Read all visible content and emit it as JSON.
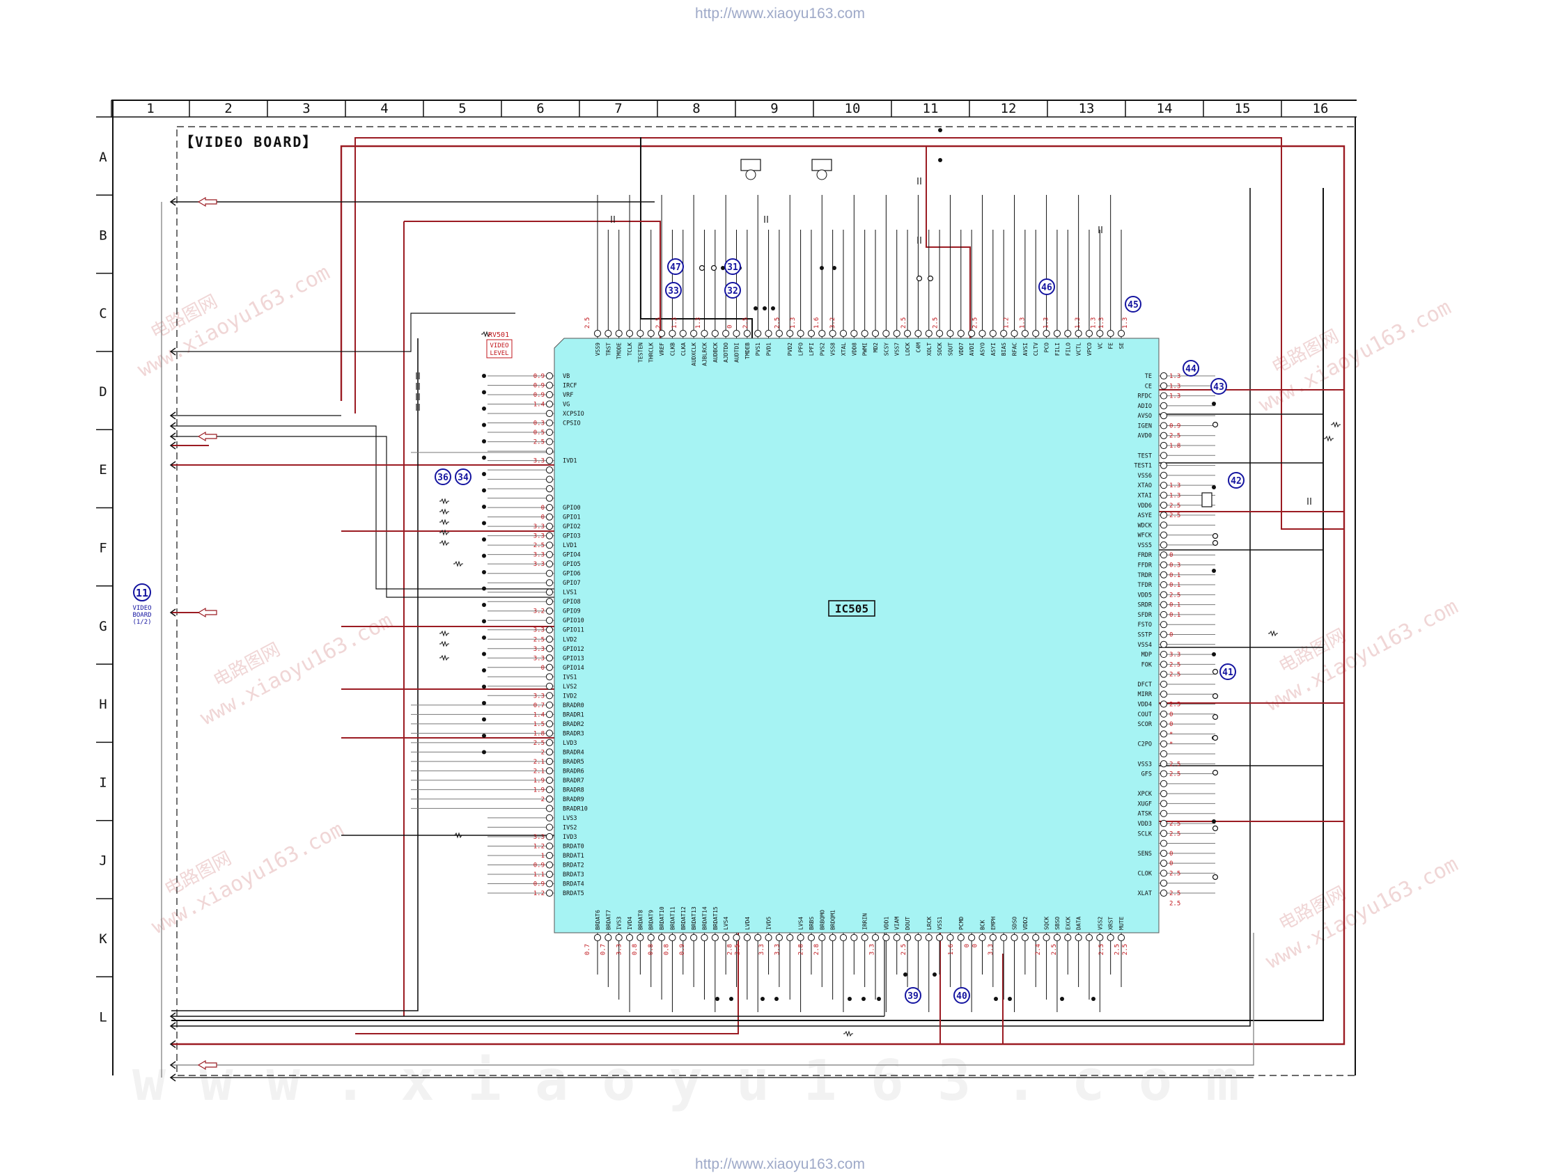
{
  "header": {
    "url_top": "http://www.xiaoyu163.com",
    "url_bottom": "http://www.xiaoyu163.com"
  },
  "board": {
    "title": "【VIDEO BOARD】"
  },
  "chip": {
    "label": "IC505"
  },
  "connector": {
    "number": "11",
    "line1": "VIDEO",
    "line2": "BOARD",
    "line3": "(1/2)"
  },
  "variable_resistor": {
    "ref": "RV501",
    "line1": "VIDEO",
    "line2": "LEVEL"
  },
  "watermarks": {
    "site": "www.xiaoyu163.com",
    "cn": "电路图网",
    "bottom": "w w w . x i a o y u 1 6 3 . c o m"
  },
  "grid": {
    "columns": [
      "1",
      "2",
      "3",
      "4",
      "5",
      "6",
      "7",
      "8",
      "9",
      "10",
      "11",
      "12",
      "13",
      "14",
      "15",
      "16"
    ],
    "rows": [
      "A",
      "B",
      "C",
      "D",
      "E",
      "F",
      "G",
      "H",
      "I",
      "J",
      "K",
      "L"
    ]
  },
  "pins": {
    "top": [
      "VSS9",
      "TRST",
      "TMODE",
      "TCLK",
      "TESTEN",
      "THRCLK",
      "VREF",
      "CLKB",
      "CLKA",
      "AUDXCLK",
      "AJBLRCK",
      "AUDBCK",
      "AJDTDO",
      "AUDTDI",
      "TMDEB",
      "PVS1",
      "PVD1",
      "",
      "PVD2",
      "LPFO",
      "LPFI",
      "PVS2",
      "VSS8",
      "XTAL",
      "VDD8",
      "PWMI",
      "MD2",
      "SCSY",
      "VSS7",
      "LOCK",
      "C4M",
      "XOLT",
      "SOCK",
      "SQUT",
      "VDD7",
      "AVDI",
      "ASYO",
      "ASYI",
      "BIAS",
      "RFAC",
      "AVSI",
      "CLTV",
      "PCO",
      "FILI",
      "FILO",
      "VCTL",
      "VPCO",
      "VC",
      "FE",
      "SE"
    ],
    "left": [
      "VB",
      "IRCF",
      "VRF",
      "VG",
      "XCPSIO",
      "CPSIO",
      "",
      "",
      "",
      "IVD1",
      "",
      "",
      "",
      "",
      "GPIO0",
      "GPIO1",
      "GPIO2",
      "GPIO3",
      "LVD1",
      "GPIO4",
      "GPIO5",
      "GPIO6",
      "GPIO7",
      "LVS1",
      "GPIO8",
      "GPIO9",
      "GPIO10",
      "GPIO11",
      "LVD2",
      "GPIO12",
      "GPIO13",
      "GPIO14",
      "IVS1",
      "LVS2",
      "IVD2",
      "BRADR0",
      "BRADR1",
      "BRADR2",
      "BRADR3",
      "LVD3",
      "BRADR4",
      "BRADR5",
      "BRADR6",
      "BRADR7",
      "BRADR8",
      "BRADR9",
      "BRADR10",
      "LVS3",
      "IVS2",
      "IVD3",
      "BRDAT0",
      "BRDAT1",
      "BRDAT2",
      "BRDAT3",
      "BRDAT4",
      "BRDAT5"
    ],
    "right": [
      "TE",
      "CE",
      "RFDC",
      "ADIO",
      "AVSO",
      "IGEN",
      "AVD0",
      "",
      "TEST",
      "TEST1",
      "VSS6",
      "XTAO",
      "XTAI",
      "VDD6",
      "ASYE",
      "WDCK",
      "WFCK",
      "VSS5",
      "FRDR",
      "FFDR",
      "TRDR",
      "TFDR",
      "VDD5",
      "SRDR",
      "SFDR",
      "FSTO",
      "SSTP",
      "VSS4",
      "MDP",
      "FOK",
      "",
      "DFCT",
      "MIRR",
      "VDD4",
      "COUT",
      "SCOR",
      "",
      "C2PO",
      "",
      "VSS3",
      "GFS",
      "",
      "XPCK",
      "XUGF",
      "ATSK",
      "VDD3",
      "SCLK",
      "",
      "SENS",
      "",
      "CLOK",
      "",
      "XLAT"
    ],
    "bottom": [
      "BRDAT6",
      "BRDAT7",
      "IVS3",
      "IVD4",
      "BRDAT8",
      "BRDAT9",
      "BRDAT10",
      "BRDAT11",
      "BRDAT12",
      "BRDAT13",
      "BRDAT14",
      "BRDAT15",
      "LVS4",
      "",
      "LVD4",
      "",
      "IVD5",
      "",
      "",
      "LVS4",
      "BRBS",
      "BRBQMO",
      "BRDQM1",
      "",
      "",
      "IRRIN",
      "",
      "VDD1",
      "VIAM",
      "DOUT",
      "",
      "LRCK",
      "VSS1",
      "",
      "PCMD",
      "",
      "BCK",
      "EMPH",
      "",
      "SDSO",
      "VDD2",
      "",
      "SQCK",
      "SBSO",
      "EXCK",
      "DATA",
      "",
      "VSS2",
      "XRST",
      "MUTE"
    ]
  },
  "voltages": {
    "top": [
      "2.5",
      "",
      "",
      "",
      "",
      "",
      "",
      "",
      "",
      "2.5",
      "",
      "1.3",
      "",
      "",
      "1.3",
      "",
      "",
      "",
      "0",
      "",
      "2.5",
      "",
      "",
      "",
      "2.5",
      "",
      "1.3",
      "",
      "",
      "1.6",
      "",
      "3.2",
      "",
      "",
      "",
      "",
      "",
      "",
      "",
      "",
      "2.5",
      "",
      "",
      "",
      "2.5",
      "",
      "",
      "",
      "",
      "2.5",
      "",
      "",
      "",
      "1.2",
      "",
      "1.3",
      "",
      "",
      "1.3",
      "",
      "",
      "",
      "1.3",
      "",
      "1.3",
      "1.3",
      "",
      "",
      "1.3"
    ],
    "left": [
      "0.9",
      "0.9",
      "0.9",
      "1.4",
      "",
      "0.3",
      "0.5",
      "2.5",
      "",
      "3.3",
      "",
      "",
      "",
      "",
      "0",
      "0",
      "3.3",
      "3.3",
      "2.5",
      "3.3",
      "3.3",
      "",
      "",
      "",
      "",
      "3.2",
      "",
      "3.3",
      "2.5",
      "3.3",
      "3.3",
      "0",
      "",
      "",
      "3.3",
      "0.7",
      "1.4",
      "1.5",
      "1.8",
      "2.5",
      "2",
      "2.1",
      "2.1",
      "1.9",
      "1.9",
      "2",
      "",
      "",
      "",
      "3.3",
      "1.2",
      "1",
      "0.9",
      "1.1",
      "0.9",
      "1.2"
    ],
    "right": [
      "1.3",
      "1.3",
      "1.3",
      "",
      "",
      "0.9",
      "2.5",
      "1.8",
      "",
      "",
      "",
      "1.3",
      "1.3",
      "2.5",
      "2.5",
      "",
      "",
      "",
      "0",
      "0.3",
      "0.1",
      "0.1",
      "2.5",
      "0.1",
      "0.1",
      "",
      "0",
      "",
      "3.3",
      "2.5",
      "2.5",
      "",
      "",
      "2.5",
      "0",
      "0",
      "*",
      "*",
      "",
      "2.5",
      "2.5",
      "",
      "",
      "",
      "",
      "2.5",
      "2.5",
      "",
      "0",
      "0",
      "2.5",
      "",
      "2.5",
      "2.5"
    ],
    "bottom": [
      "0.7",
      "",
      "0.7",
      "",
      "3.3",
      "",
      "0.8",
      "",
      "0.8",
      "",
      "0.8",
      "",
      "0.9",
      "",
      "",
      "",
      "",
      "",
      "2.8",
      "2.5",
      "",
      "",
      "3.3",
      "",
      "3.3",
      "",
      "",
      "2.8",
      "",
      "2.8",
      "",
      "",
      "",
      "",
      "",
      "",
      "3.3",
      "",
      "",
      "",
      "2.5",
      "",
      "",
      "",
      "",
      "",
      "1.6",
      "",
      "0",
      "0",
      "",
      "3.3",
      "",
      "",
      "",
      "",
      "",
      "2.4",
      "",
      "2.5",
      "",
      "",
      "",
      "",
      "",
      "2.5",
      "",
      "2.5",
      "2.5"
    ]
  },
  "callouts": [
    {
      "id": "31",
      "label": "31"
    },
    {
      "id": "32",
      "label": "32"
    },
    {
      "id": "33",
      "label": "33"
    },
    {
      "id": "34",
      "label": "34"
    },
    {
      "id": "36",
      "label": "36"
    },
    {
      "id": "39",
      "label": "39"
    },
    {
      "id": "40",
      "label": "40"
    },
    {
      "id": "41",
      "label": "41"
    },
    {
      "id": "42",
      "label": "42"
    },
    {
      "id": "43",
      "label": "43"
    },
    {
      "id": "44",
      "label": "44"
    },
    {
      "id": "45",
      "label": "45"
    },
    {
      "id": "46",
      "label": "46"
    },
    {
      "id": "47",
      "label": "47"
    }
  ],
  "colors": {
    "chip_fill": "#a6f3f3",
    "red_wire": "#9b1b22",
    "black_wire": "#111111",
    "callout_blue": "#1414a0",
    "grey_wire": "#777777",
    "voltage_red": "#c0151b",
    "watermark": "#f0d6d6"
  }
}
